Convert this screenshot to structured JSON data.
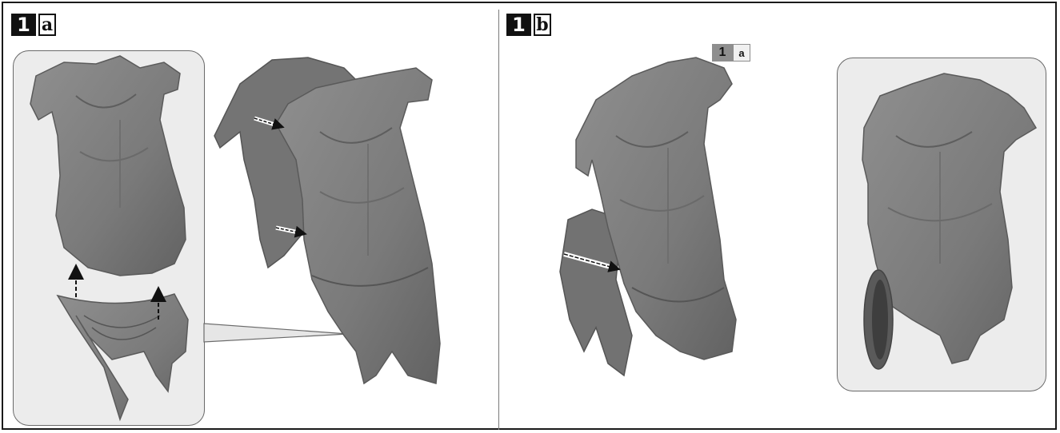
{
  "panel_a": {
    "step_number": "1",
    "step_letter": "a"
  },
  "panel_b": {
    "step_number": "1",
    "step_letter": "b",
    "reference_number": "1",
    "reference_letter": "a"
  },
  "colors": {
    "part": "#7e7e7e",
    "part_dark": "#5e5e5e",
    "part_light": "#9a9a9a",
    "inset_bg": "#ececec",
    "frame": "#1a1a1a"
  }
}
